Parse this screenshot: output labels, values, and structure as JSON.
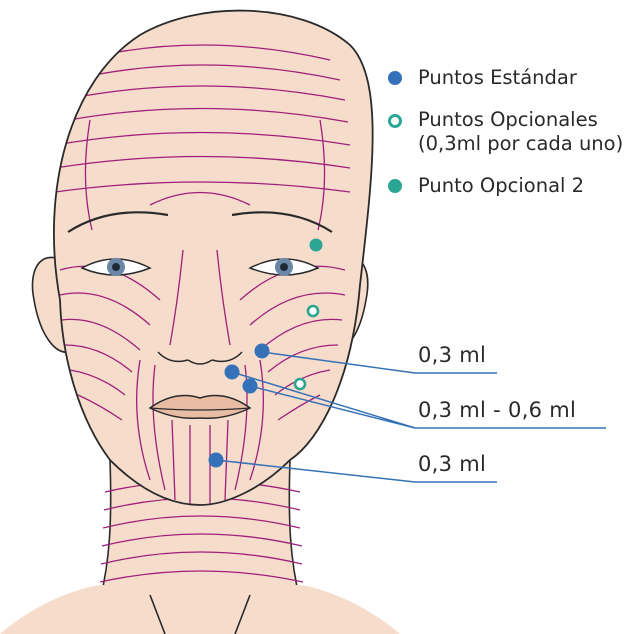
{
  "colors": {
    "standard": "#3571b8",
    "optional": "#2aa692",
    "optional2": "#2aa692",
    "skin": "#f5dccb",
    "skin_shade": "#e9bda3",
    "contour": "#a01f7a",
    "outline": "#2a2a2a",
    "leader": "#3571b8"
  },
  "legend": {
    "items": [
      {
        "key": "standard",
        "label": "Puntos Estándar",
        "marker": "filled-blue-dot"
      },
      {
        "key": "optional",
        "label": "Puntos Opcionales",
        "label2": "(0,3ml por cada uno)",
        "marker": "hollow-teal-ring"
      },
      {
        "key": "optional2",
        "label": "Punto Opcional 2",
        "marker": "filled-teal-dot"
      }
    ]
  },
  "callouts": [
    {
      "id": "cheek",
      "label": "0,3 ml"
    },
    {
      "id": "smile-lines",
      "label_a": "0,3 ml",
      "label_sep": "-",
      "label_b": "0,6 ml"
    },
    {
      "id": "chin",
      "label": "0,3 ml"
    }
  ],
  "points": [
    {
      "type": "standard",
      "region": "cheek"
    },
    {
      "type": "standard",
      "region": "nasolabial"
    },
    {
      "type": "standard",
      "region": "nasolabial"
    },
    {
      "type": "standard",
      "region": "chin"
    },
    {
      "type": "optional",
      "region": "lateral-cheek"
    },
    {
      "type": "optional",
      "region": "jaw"
    },
    {
      "type": "optional2",
      "region": "temple"
    }
  ]
}
